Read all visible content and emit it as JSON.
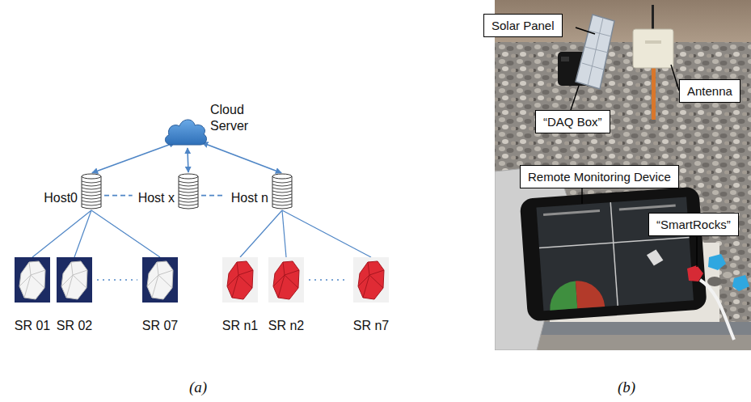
{
  "diagram": {
    "nodes": [
      {
        "text": [
          "Cloud Server"
        ]
      },
      {
        "text": [
          "Host0"
        ]
      },
      {
        "text": [
          "Host x"
        ]
      },
      {
        "text": [
          "Host n"
        ]
      },
      {
        "text": [
          "SR 01"
        ]
      },
      {
        "text": [
          "SR 02"
        ]
      },
      {
        "text": [
          "SR 07"
        ]
      },
      {
        "text": [
          "SR n1"
        ]
      },
      {
        "text": [
          "SR n2"
        ]
      },
      {
        "text": [
          "SR n7"
        ]
      },
      {
        "text": [
          "Solar Panel"
        ]
      },
      {
        "text": [
          "Antenna"
        ]
      },
      {
        "text": [
          "“DAQ Box”"
        ]
      },
      {
        "text": [
          "Remote Monitoring Device"
        ]
      },
      {
        "text": [
          "“SmartRocks”"
        ]
      }
    ],
    "edges": [
      {
        "from": 0,
        "to": 1,
        "arrow": "both"
      },
      {
        "from": 0,
        "to": 2,
        "arrow": "both"
      },
      {
        "from": 0,
        "to": 3,
        "arrow": "both"
      },
      {
        "from": 1,
        "to": 2,
        "arrow": "none"
      },
      {
        "from": 2,
        "to": 3,
        "arrow": "none"
      },
      {
        "from": 1,
        "to": 4,
        "arrow": "none"
      },
      {
        "from": 1,
        "to": 5,
        "arrow": "none"
      },
      {
        "from": 1,
        "to": 6,
        "arrow": "none"
      },
      {
        "from": 5,
        "to": 6,
        "arrow": "none"
      },
      {
        "from": 3,
        "to": 7,
        "arrow": "none"
      },
      {
        "from": 3,
        "to": 8,
        "arrow": "none"
      },
      {
        "from": 3,
        "to": 9,
        "arrow": "none"
      },
      {
        "from": 8,
        "to": 9,
        "arrow": "none"
      }
    ],
    "labels": [
      "(a)",
      "(b)"
    ]
  }
}
